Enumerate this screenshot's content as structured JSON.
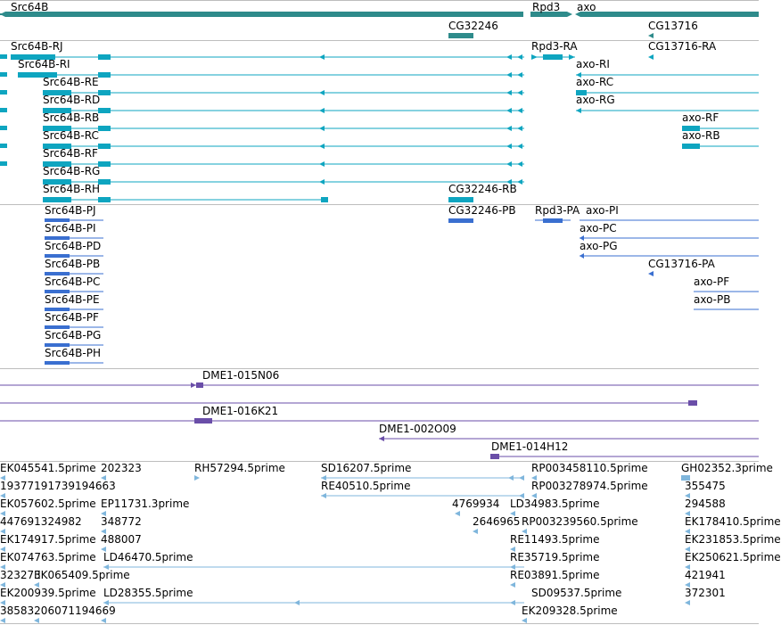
{
  "colors": {
    "gene": "#2e8b8b",
    "rna": "#0ea5c0",
    "protein": "#3a6fd0",
    "bac": "#6a4ea8",
    "est": "#7fb6dc",
    "separator": "#bdbdbd"
  },
  "tracks": {
    "genes": {
      "items": [
        {
          "label": "Src64B"
        },
        {
          "label": "Rpd3"
        },
        {
          "label": "axo"
        },
        {
          "label": "CG32246"
        },
        {
          "label": "CG13716"
        }
      ]
    },
    "transcripts": {
      "items": [
        {
          "label": "Src64B-RJ"
        },
        {
          "label": "Src64B-RI"
        },
        {
          "label": "Src64B-RE"
        },
        {
          "label": "Src64B-RD"
        },
        {
          "label": "Src64B-RB"
        },
        {
          "label": "Src64B-RC"
        },
        {
          "label": "Src64B-RF"
        },
        {
          "label": "Src64B-RG"
        },
        {
          "label": "Src64B-RH"
        },
        {
          "label": "Rpd3-RA"
        },
        {
          "label": "CG13716-RA"
        },
        {
          "label": "axo-RI"
        },
        {
          "label": "axo-RC"
        },
        {
          "label": "axo-RG"
        },
        {
          "label": "axo-RF"
        },
        {
          "label": "axo-RB"
        },
        {
          "label": "CG32246-RB"
        }
      ]
    },
    "proteins": {
      "items": [
        {
          "label": "Src64B-PJ"
        },
        {
          "label": "Src64B-PI"
        },
        {
          "label": "Src64B-PD"
        },
        {
          "label": "Src64B-PB"
        },
        {
          "label": "Src64B-PC"
        },
        {
          "label": "Src64B-PE"
        },
        {
          "label": "Src64B-PF"
        },
        {
          "label": "Src64B-PG"
        },
        {
          "label": "Src64B-PH"
        },
        {
          "label": "CG32246-PB"
        },
        {
          "label": "Rpd3-PA"
        },
        {
          "label": "axo-PI"
        },
        {
          "label": "axo-PC"
        },
        {
          "label": "axo-PG"
        },
        {
          "label": "CG13716-PA"
        },
        {
          "label": "axo-PF"
        },
        {
          "label": "axo-PB"
        }
      ]
    },
    "bac_clones": {
      "items": [
        {
          "label": "DME1-015N06"
        },
        {
          "label": "DME1-016K21"
        },
        {
          "label": "DME1-002O09"
        },
        {
          "label": "DME1-014H12"
        }
      ]
    },
    "ests": {
      "items": [
        {
          "label": "EK045541.5prime"
        },
        {
          "label": "202323"
        },
        {
          "label": "RH57294.5prime"
        },
        {
          "label": "SD16207.5prime"
        },
        {
          "label": "RP003458110.5prime"
        },
        {
          "label": "GH02352.3prime"
        },
        {
          "label": "19377191739194663"
        },
        {
          "label": "RE40510.5prime"
        },
        {
          "label": "RP003278974.5prime"
        },
        {
          "label": "355475"
        },
        {
          "label": "EK057602.5prime"
        },
        {
          "label": "EP11731.3prime"
        },
        {
          "label": "4769934"
        },
        {
          "label": "LD34983.5prime"
        },
        {
          "label": "294588"
        },
        {
          "label": "447691324982"
        },
        {
          "label": "348772"
        },
        {
          "label": "2646965"
        },
        {
          "label": "RP003239560.5prime"
        },
        {
          "label": "EK178410.5prime"
        },
        {
          "label": "EK174917.5prime"
        },
        {
          "label": "488007"
        },
        {
          "label": "RE11493.5prime"
        },
        {
          "label": "EK231853.5prime"
        },
        {
          "label": "EK074763.5prime"
        },
        {
          "label": "LD46470.5prime"
        },
        {
          "label": "RE35719.5prime"
        },
        {
          "label": "EK250621.5prime"
        },
        {
          "label": "323273"
        },
        {
          "label": "EK065409.5prime"
        },
        {
          "label": "RE03891.5prime"
        },
        {
          "label": "421941"
        },
        {
          "label": "EK200939.5prime"
        },
        {
          "label": "LD28355.5prime"
        },
        {
          "label": "SD09537.5prime"
        },
        {
          "label": "372301"
        },
        {
          "label": "38583206071194669"
        },
        {
          "label": "EK209328.5prime"
        }
      ]
    }
  }
}
